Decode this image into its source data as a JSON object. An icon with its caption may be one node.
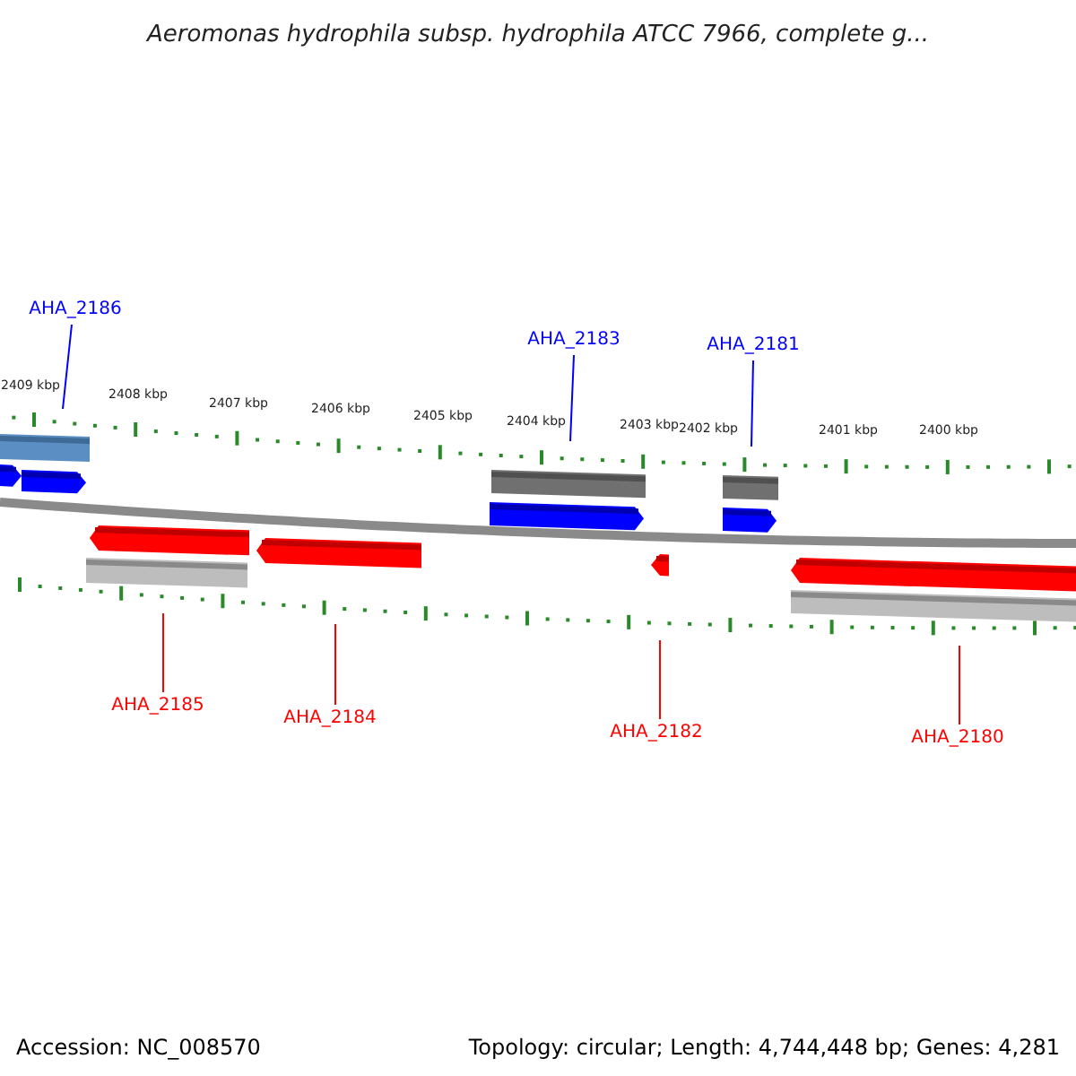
{
  "diagram": {
    "title": "Aeromonas hydrophila subsp. hydrophila ATCC 7966, complete g...",
    "nodes": [
      {
        "text": [
          "AHA_2186"
        ]
      },
      {
        "text": [
          "AHA_2183"
        ]
      },
      {
        "text": [
          "AHA_2181"
        ]
      },
      {
        "text": [
          "AHA_2185"
        ]
      },
      {
        "text": [
          "AHA_2184"
        ]
      },
      {
        "text": [
          "AHA_2182"
        ]
      },
      {
        "text": [
          "AHA_2180"
        ]
      }
    ],
    "edges": [
      {
        "from": 0,
        "to": null,
        "arrow": "none",
        "color": "#0000ff"
      },
      {
        "from": 1,
        "to": null,
        "arrow": "none",
        "color": "#0000ff"
      },
      {
        "from": 2,
        "to": null,
        "arrow": "none",
        "color": "#0000ff"
      },
      {
        "from": 3,
        "to": null,
        "arrow": "none"
      },
      {
        "from": 4,
        "to": null,
        "arrow": "none"
      },
      {
        "from": 5,
        "to": null,
        "arrow": "none"
      },
      {
        "from": 6,
        "to": null,
        "arrow": "none"
      }
    ],
    "labels": [
      "2409 kbp",
      "2408 kbp",
      "2407 kbp",
      "2406 kbp",
      "2405 kbp",
      "2404 kbp",
      "2403 kbp",
      "2402 kbp",
      "2401 kbp",
      "2400 kbp",
      "Accession: NC_008570",
      "Topology: circular; Length: 4,744,448 bp; Genes: 4,281"
    ]
  }
}
